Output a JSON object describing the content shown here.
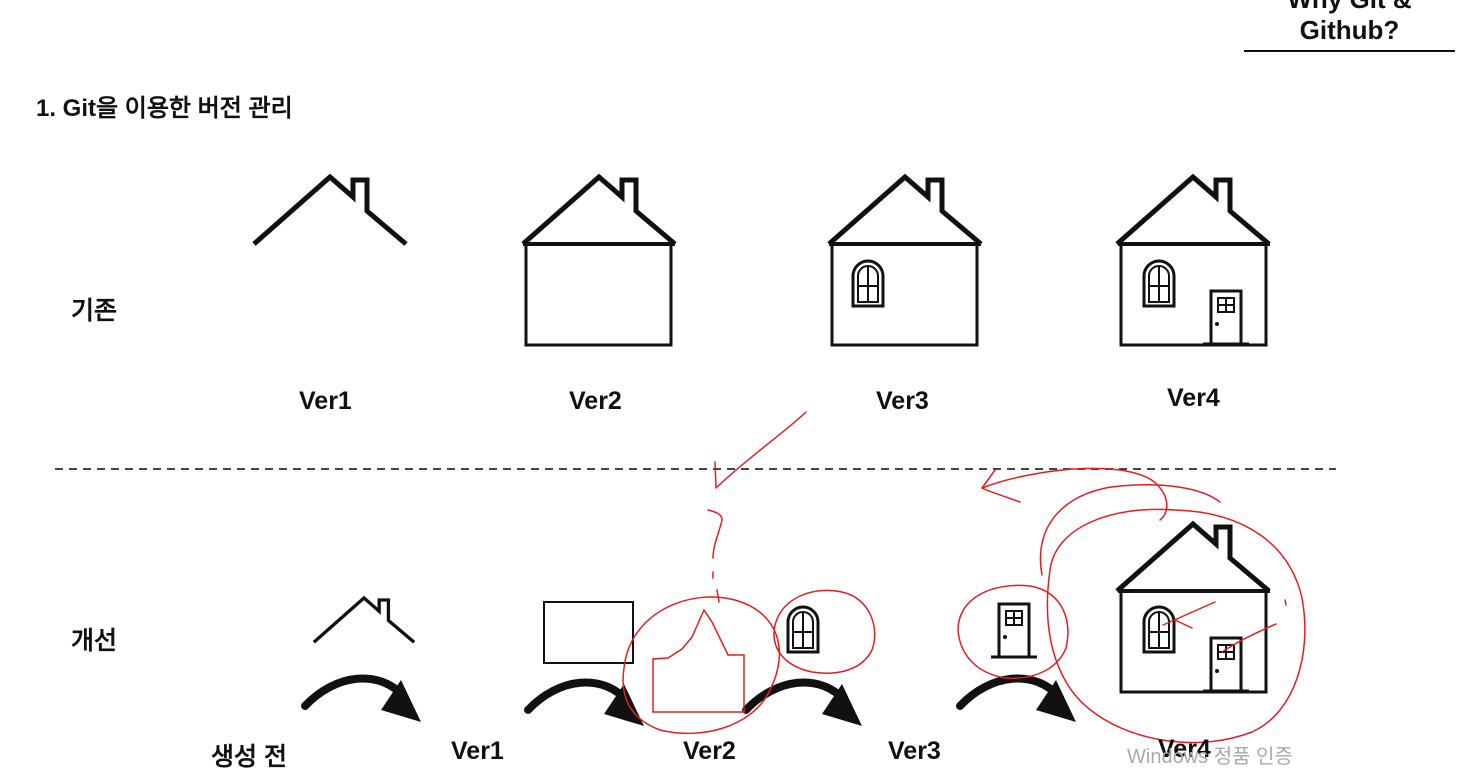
{
  "header": {
    "title": "Why Git & Github?"
  },
  "section": {
    "title": "1. Git을 이용한 버전 관리"
  },
  "existing": {
    "label": "기존",
    "versions": [
      "Ver1",
      "Ver2",
      "Ver3",
      "Ver4"
    ]
  },
  "improved": {
    "label": "개선",
    "start_label": "생성 전",
    "versions": [
      "Ver1",
      "Ver2",
      "Ver3",
      "Ver4"
    ]
  },
  "watermark": "Windows 정품 인증",
  "colors": {
    "ink": "#111111",
    "annotation": "#e02020",
    "divider": "#444444"
  }
}
